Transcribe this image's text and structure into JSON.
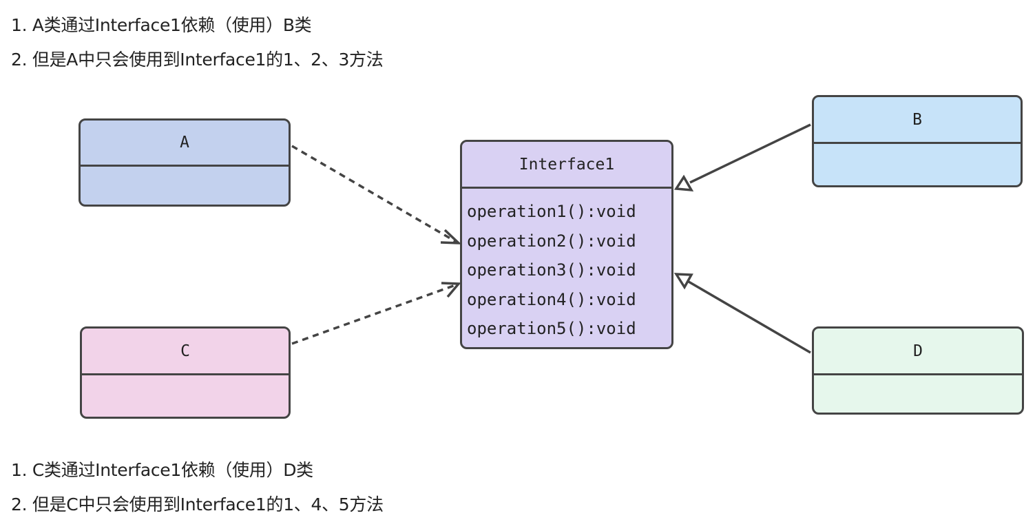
{
  "notes": {
    "top": [
      "1. A类通过Interface1依赖（使用）B类",
      "2. 但是A中只会使用到Interface1的1、2、3方法"
    ],
    "bottom": [
      "1. C类通过Interface1依赖（使用）D类",
      "2. 但是C中只会使用到Interface1的1、4、5方法"
    ]
  },
  "classes": {
    "a": {
      "name": "A",
      "color": "#c3d1ee"
    },
    "b": {
      "name": "B",
      "color": "#c7e3f9"
    },
    "c": {
      "name": "C",
      "color": "#f2d3e9"
    },
    "d": {
      "name": "D",
      "color": "#e6f7ec"
    }
  },
  "interface": {
    "name": "Interface1",
    "color": "#d9d1f3",
    "operations": [
      "operation1():void",
      "operation2():void",
      "operation3():void",
      "operation4():void",
      "operation5():void"
    ]
  },
  "relations": [
    {
      "from": "A",
      "to": "Interface1",
      "kind": "dependency"
    },
    {
      "from": "C",
      "to": "Interface1",
      "kind": "dependency"
    },
    {
      "from": "B",
      "to": "Interface1",
      "kind": "realization"
    },
    {
      "from": "D",
      "to": "Interface1",
      "kind": "realization"
    }
  ],
  "colors": {
    "stroke": "#444444"
  }
}
